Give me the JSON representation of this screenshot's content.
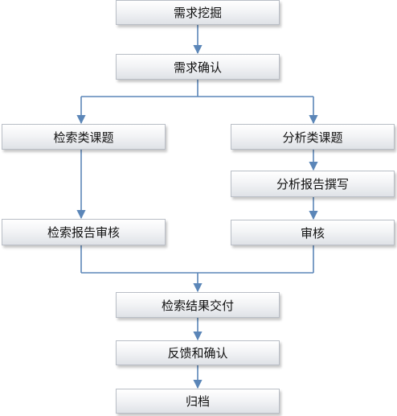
{
  "nodes": {
    "demand_mining": "需求挖掘",
    "demand_confirm": "需求确认",
    "retrieval_topic": "检索类课题",
    "analysis_topic": "分析类课题",
    "analysis_report": "分析报告撰写",
    "retrieval_report_review": "检索报告审核",
    "review": "审核",
    "result_delivery": "检索结果交付",
    "feedback_confirm": "反馈和确认",
    "archive": "归档"
  },
  "colors": {
    "line": "#5b86b8",
    "box_border": "#b9bec6",
    "box_fill_top": "#ffffff",
    "box_fill_bottom": "#dfe2e7"
  }
}
